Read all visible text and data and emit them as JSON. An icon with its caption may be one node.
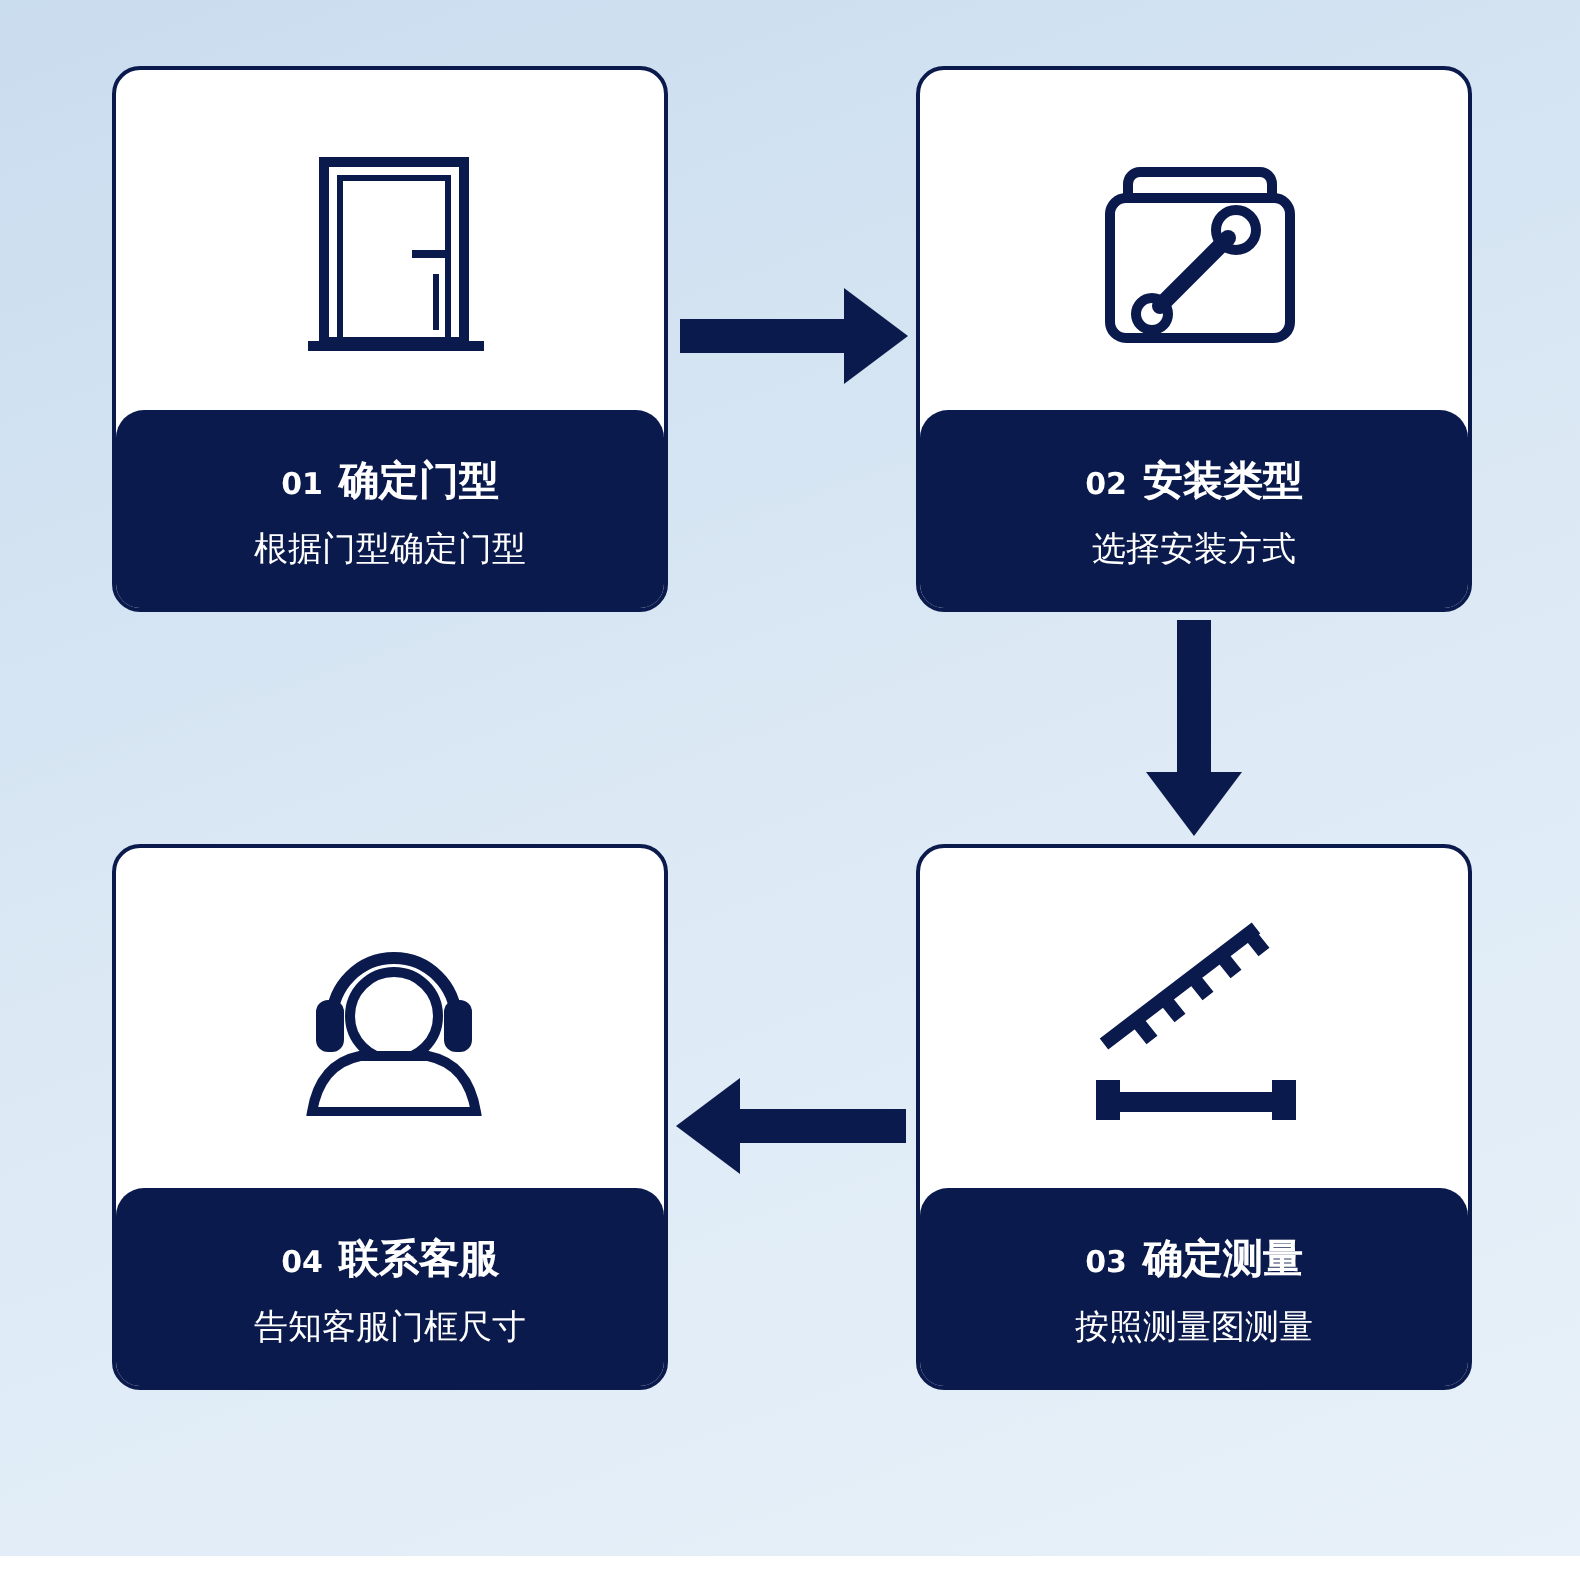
{
  "diagram": {
    "nodes": [
      {
        "text": [
          "01",
          "确定门型",
          "根据门型确定门型"
        ]
      },
      {
        "text": [
          "02",
          "安装类型",
          "选择安装方式"
        ]
      },
      {
        "text": [
          "03",
          "确定测量",
          "按照测量图测量"
        ]
      },
      {
        "text": [
          "04",
          "联系客服",
          "告知客服门框尺寸"
        ]
      }
    ],
    "edges": [
      {
        "from": 0,
        "to": 1,
        "arrow": "to"
      },
      {
        "from": 1,
        "to": 2,
        "arrow": "to"
      },
      {
        "from": 2,
        "to": 3,
        "arrow": "to"
      }
    ]
  }
}
